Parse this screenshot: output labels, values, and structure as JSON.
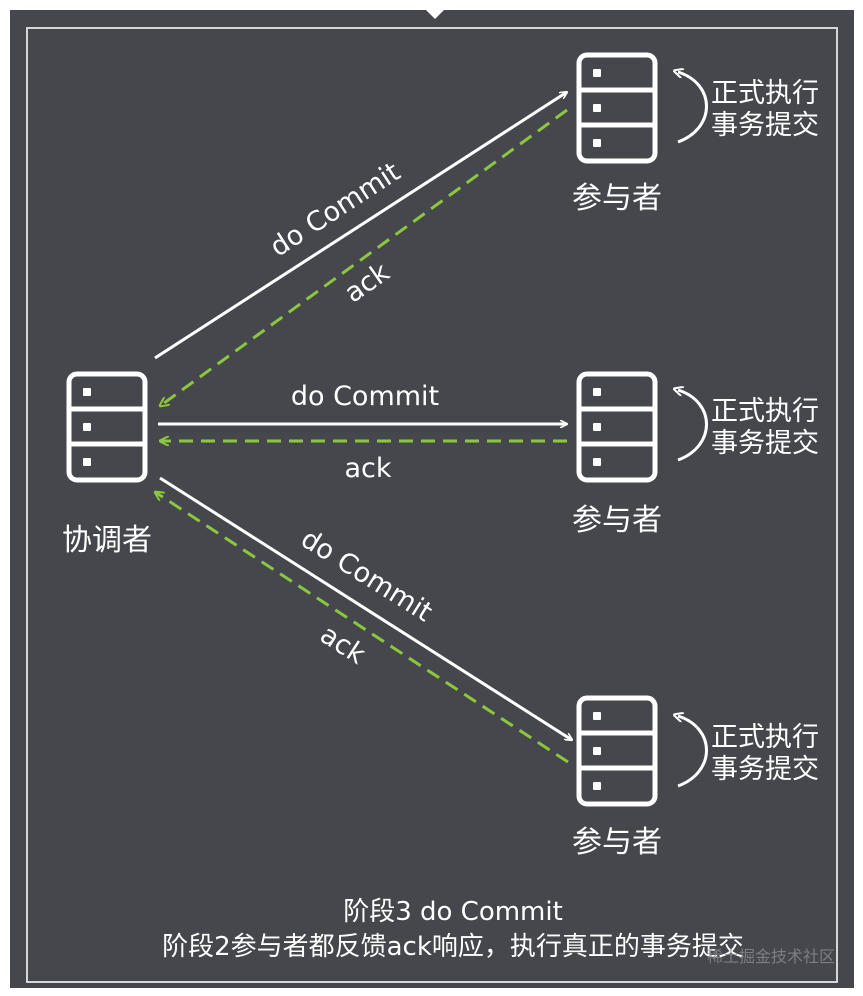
{
  "colors": {
    "panel_bg": "#45474c",
    "frame": "#d6d6d6",
    "line": "#ffffff",
    "ack_line": "#8cc63f"
  },
  "coordinator": {
    "label": "协调者",
    "icon": "server-icon"
  },
  "participants": [
    {
      "label": "参与者",
      "icon": "server-icon",
      "commit_note_line1": "正式执行",
      "commit_note_line2": "事务提交",
      "note_icon": "curved-arrow-icon"
    },
    {
      "label": "参与者",
      "icon": "server-icon",
      "commit_note_line1": "正式执行",
      "commit_note_line2": "事务提交",
      "note_icon": "curved-arrow-icon"
    },
    {
      "label": "参与者",
      "icon": "server-icon",
      "commit_note_line1": "正式执行",
      "commit_note_line2": "事务提交",
      "note_icon": "curved-arrow-icon"
    }
  ],
  "messages": {
    "request": "do Commit",
    "response": "ack"
  },
  "caption": {
    "line1": "阶段3 do Commit",
    "line2": "阶段2参与者都反馈ack响应，执行真正的事务提交"
  },
  "watermark": "稀土掘金技术社区"
}
